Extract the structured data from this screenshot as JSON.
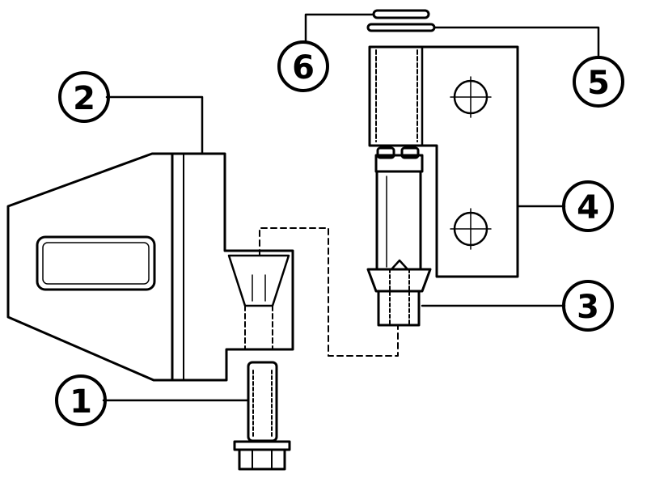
{
  "diagram": {
    "callouts": [
      {
        "id": "c1",
        "label": "1",
        "part": "bolt"
      },
      {
        "id": "c2",
        "label": "2",
        "part": "bracket"
      },
      {
        "id": "c3",
        "label": "3",
        "part": "hinge-pin"
      },
      {
        "id": "c4",
        "label": "4",
        "part": "hinge-plate"
      },
      {
        "id": "c5",
        "label": "5",
        "part": "washer-lower"
      },
      {
        "id": "c6",
        "label": "6",
        "part": "washer-upper"
      }
    ],
    "colors": {
      "ink": "#000000",
      "paper": "#ffffff"
    }
  }
}
